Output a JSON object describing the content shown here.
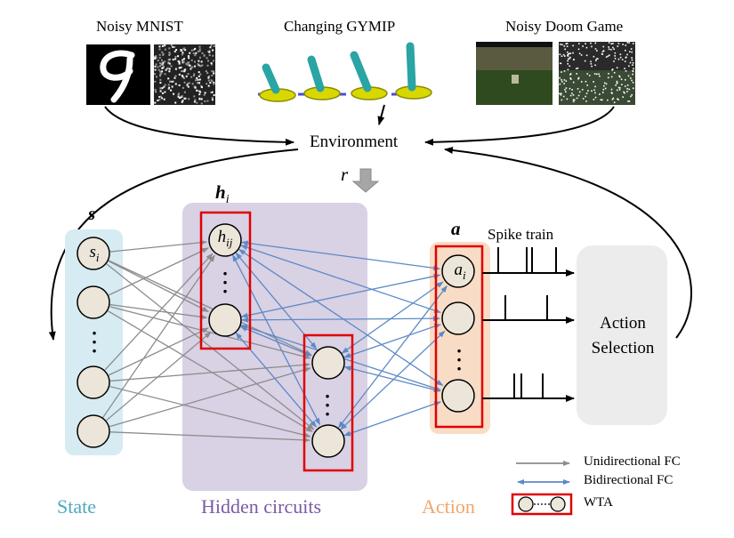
{
  "titles": {
    "mnist": "Noisy MNIST",
    "gymip": "Changing GYMIP",
    "doom": "Noisy Doom Game"
  },
  "environment": "Environment",
  "reward": "r",
  "state_symbol": "s",
  "hidden_symbol": "h",
  "hidden_sub": "i",
  "action_symbol": "a",
  "node_labels": {
    "s": "s",
    "s_sub": "i",
    "h": "h",
    "h_sub": "ij",
    "a": "a",
    "a_sub": "i"
  },
  "spike_train": "Spike train",
  "action_selection": [
    "Action",
    "Selection"
  ],
  "bottom_labels": {
    "state": "State",
    "hidden": "Hidden circuits",
    "action": "Action"
  },
  "legend": {
    "uni": "Unidirectional FC",
    "bi": "Bidirectional FC",
    "wta": "WTA"
  },
  "colors": {
    "state_panel": "#d6ebf2",
    "hidden_panel": "#d9d1e4",
    "action_panel": "#f9dcc6",
    "selection_panel": "#ececec",
    "state_text": "#4fa8c0",
    "hidden_text": "#7a5aa6",
    "action_text": "#f0a66a",
    "uni_arrow": "#8c8c8c",
    "bi_arrow": "#5b8ac7",
    "wta_box": "#e00000",
    "node_fill": "#ebe6d9"
  }
}
